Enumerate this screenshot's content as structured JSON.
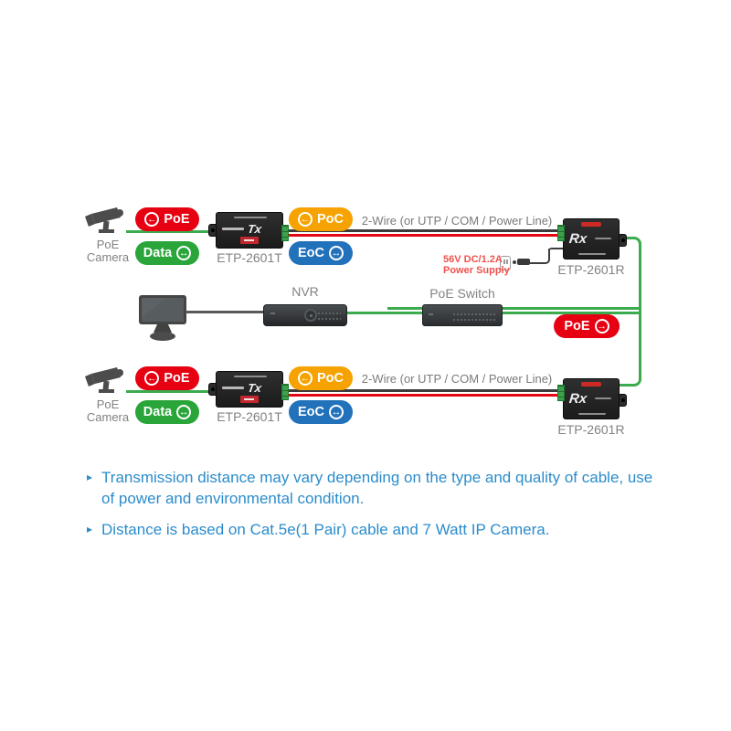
{
  "colors": {
    "badge_red": "#e60012",
    "badge_green": "#29a53a",
    "badge_orange": "#f6a200",
    "badge_blue": "#2271bb",
    "wire_green": "#3cab4d",
    "wire_red": "#e40613",
    "wire_black": "#3b3b3b",
    "label_gray": "#828282",
    "note_blue": "#2b8ccb",
    "power_red": "#f0524e"
  },
  "icons": {
    "bullet": "▸",
    "arrow_left": "←",
    "arrow_right": "→",
    "arrow_both": "↔"
  },
  "badges": {
    "poe_in": "PoE",
    "data": "Data",
    "poc": "PoC",
    "eoc": "EoC",
    "poe_out": "PoE"
  },
  "devices": {
    "camera_line1": "PoE",
    "camera_line2": "Camera",
    "transmitter": "ETP-2601T",
    "transmitter_brand": "Tx",
    "receiver": "ETP-2601R",
    "receiver_brand": "Rx",
    "nvr": "NVR",
    "switch": "PoE Switch"
  },
  "labels": {
    "wire": "2-Wire (or UTP / COM / Power Line)",
    "power_line1": "56V DC/1.2A",
    "power_line2": "Power Supply"
  },
  "notes": [
    {
      "text": "Transmission distance may vary depending on the type and quality of cable, use of power and environmental condition."
    },
    {
      "text": "Distance is based on Cat.5e(1 Pair) cable and 7 Watt IP Camera."
    }
  ]
}
